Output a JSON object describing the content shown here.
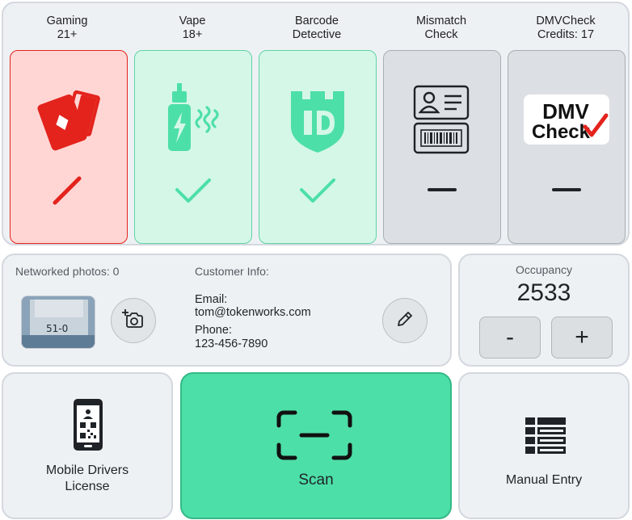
{
  "checks": [
    {
      "title": "Gaming\n21+",
      "state": "fail",
      "icon": "playing-cards-icon"
    },
    {
      "title": "Vape\n18+",
      "state": "pass",
      "icon": "vape-icon"
    },
    {
      "title": "Barcode\nDetective",
      "state": "pass",
      "icon": "barcode-detective-shield-icon"
    },
    {
      "title": "Mismatch\nCheck",
      "state": "neutral",
      "icon": "id-card-barcode-icon"
    },
    {
      "title": "DMVCheck\nCredits: 17",
      "state": "neutral",
      "icon": "dmvcheck-logo"
    }
  ],
  "dmv_logo": {
    "line1": "DMV",
    "line2": "Check"
  },
  "photos": {
    "label": "Networked photos: 0",
    "thumb_text": "51-0"
  },
  "customer": {
    "heading": "Customer Info:",
    "email_label": "Email:",
    "email": "tom@tokenworks.com",
    "phone_label": "Phone:",
    "phone": "123-456-7890"
  },
  "occupancy": {
    "label": "Occupancy",
    "count": "2533",
    "minus": "-",
    "plus": "+"
  },
  "actions": {
    "mdl": "Mobile Drivers\nLicense",
    "scan": "Scan",
    "manual": "Manual Entry"
  },
  "colors": {
    "fail": "#e3231c",
    "pass": "#4ddfa8",
    "scan_bg": "#4ddfa8",
    "neutral": "#a9aeb4"
  }
}
